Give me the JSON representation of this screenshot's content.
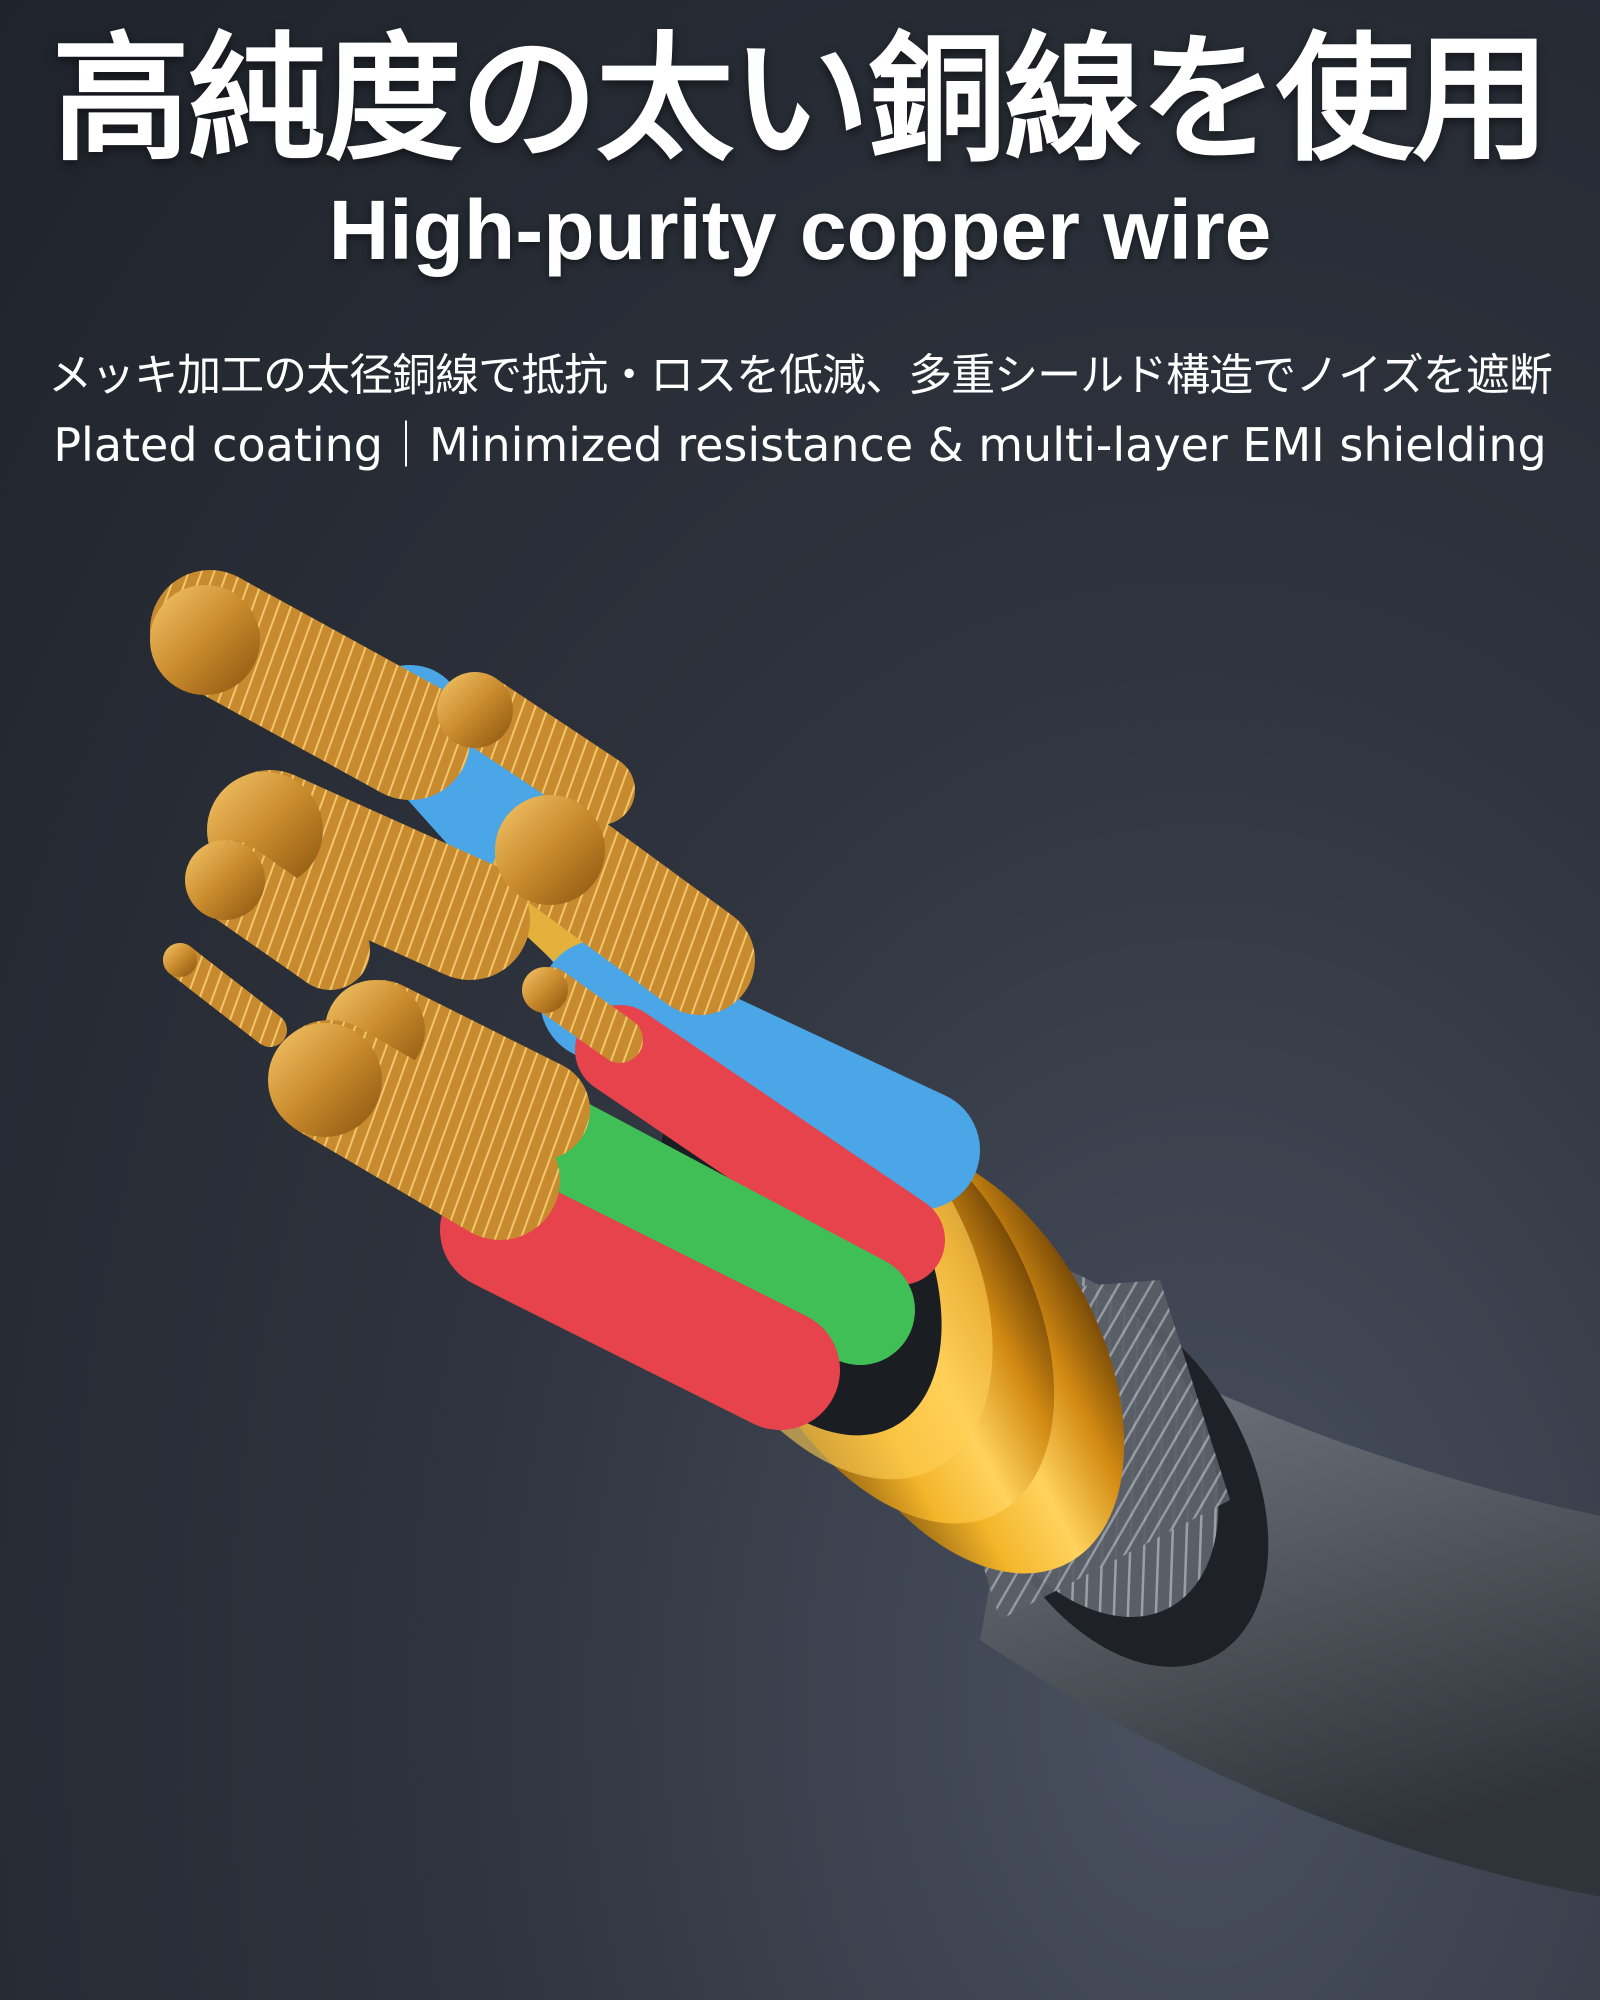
{
  "header": {
    "title_jp": "高純度の太い銅線を使用",
    "title_en": "High-purity copper wire"
  },
  "description": {
    "jp": "メッキ加工の太径銅線で抵抗・ロスを低減、多重シールド構造でノイズを遮断",
    "en": "Plated coating｜Minimized resistance & multi-layer EMI shielding"
  },
  "colors": {
    "background_dark": "#1f232b",
    "background_light": "#4a5160",
    "copper": "#d99a3c",
    "gold_band": "#e7a51d",
    "wire_blue": "#4aa6e6",
    "wire_red": "#e6434c",
    "wire_green": "#3fbf55",
    "wire_yellow": "#e5b13d",
    "jacket_gray": "#5d626b"
  }
}
